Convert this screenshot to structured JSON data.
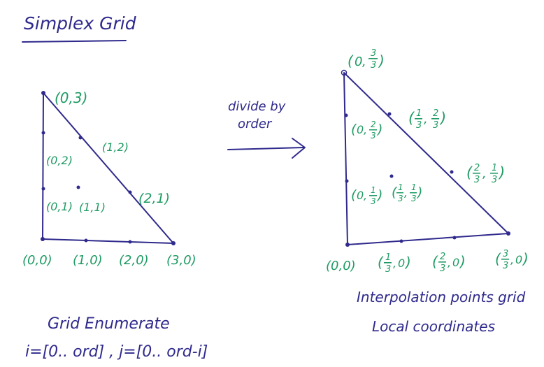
{
  "colors": {
    "blue_ink": "#2f2a8c",
    "green_ink": "#1f9b63",
    "paper": "#ffffff"
  },
  "title": "Simplex Grid",
  "arrow_label": {
    "line1": "divide by",
    "line2": "order"
  },
  "left_diagram": {
    "labels": {
      "p03": "(0,3)",
      "p02": "(0,2)",
      "p01": "(0,1)",
      "p11": "(1,1)",
      "p12": "(1,2)",
      "p21": "(2,1)",
      "p00": "(0,0)",
      "p10": "(1,0)",
      "p20": "(2,0)",
      "p30": "(3,0)"
    }
  },
  "right_diagram": {
    "labels": {
      "p03": {
        "a": "0",
        "num": "3",
        "den": "3"
      },
      "p02": {
        "a": "0",
        "num": "2",
        "den": "3"
      },
      "p01": {
        "a": "0",
        "num": "1",
        "den": "3"
      },
      "p11": {
        "an": "1",
        "ad": "3",
        "bn": "1",
        "bd": "3"
      },
      "p12": {
        "an": "1",
        "ad": "3",
        "bn": "2",
        "bd": "3"
      },
      "p21": {
        "an": "2",
        "ad": "3",
        "bn": "1",
        "bd": "3"
      },
      "p00": "(0,0)",
      "p10": {
        "num": "1",
        "den": "3",
        "b": "0"
      },
      "p20": {
        "num": "2",
        "den": "3",
        "b": "0"
      },
      "p30": {
        "num": "3",
        "den": "3",
        "b": "0"
      }
    }
  },
  "captions": {
    "grid_enumerate": "Grid Enumerate",
    "grid_formula": "i=[0.. ord] , j=[0.. ord-i]",
    "interp_line1": "Interpolation points grid",
    "interp_line2": "Local coordinates"
  }
}
